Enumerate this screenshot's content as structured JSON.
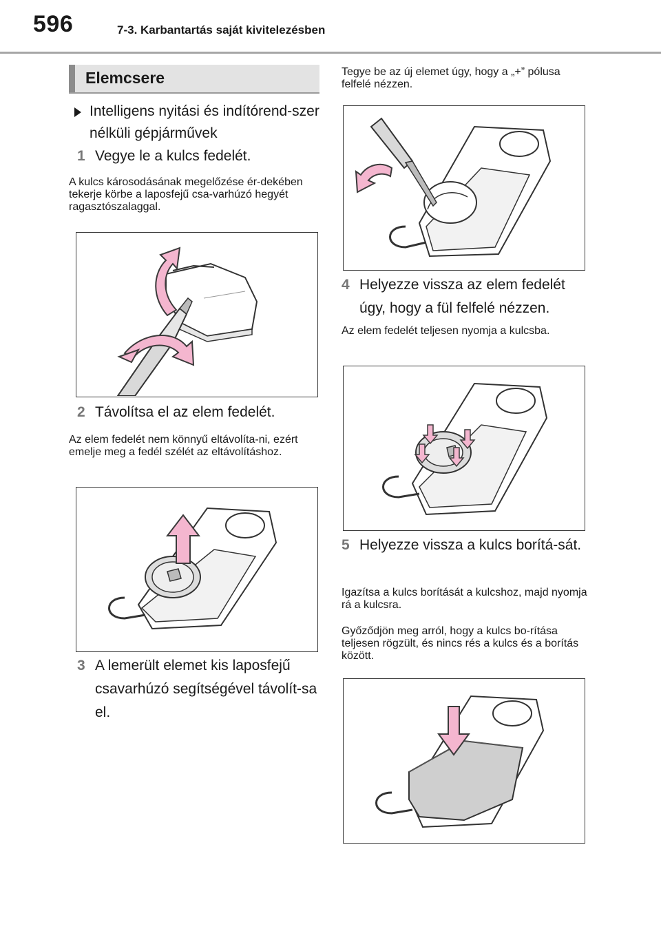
{
  "header": {
    "page_number": "596",
    "title": "7-3. Karbantartás saját kivitelezésben"
  },
  "section": {
    "title": "Elemcsere"
  },
  "left": {
    "bullet": "Intelligens nyitási és indítórend-szer nélküli gépjárművek",
    "step1": {
      "num": "1",
      "text": "Vegye le a kulcs fedelét."
    },
    "note1": "A kulcs károsodásának megelőzése ér-dekében tekerje körbe a laposfejű csa-varhúzó hegyét ragasztószalaggal.",
    "step2": {
      "num": "2",
      "text": "Távolítsa el az elem fedelét."
    },
    "note2": "Az elem fedelét nem könnyű eltávolíta-ni, ezért emelje meg a fedél szélét az eltávolításhoz.",
    "step3": {
      "num": "3",
      "text": "A lemerült elemet kis laposfejű csavarhúzó segítségével távolít-sa el."
    }
  },
  "right": {
    "intro": "Tegye be az új elemet úgy, hogy a „+” pólusa felfelé nézzen.",
    "step4": {
      "num": "4",
      "text": "Helyezze vissza az elem fedelét úgy, hogy a fül felfelé nézzen."
    },
    "note4": "Az elem fedelét teljesen nyomja a kulcsba.",
    "step5": {
      "num": "5",
      "text": "Helyezze vissza a kulcs borítá-sát."
    },
    "note5a": "Igazítsa a kulcs borítását a kulcshoz, majd nyomja rá a kulcsra.",
    "note5b": "Győződjön meg arról, hogy a kulcs bo-rítása teljesen rögzült, és nincs rés a kulcs és a borítás között."
  },
  "colors": {
    "arrow_fill": "#f4b6cf",
    "arrow_stroke": "#3a3a3a",
    "cover_fill": "#cfcfcf",
    "section_bar": "#8c8c8c"
  },
  "figures": [
    {
      "id": "fig1",
      "icon": "screwdriver-twist-illustration"
    },
    {
      "id": "fig2",
      "icon": "lift-cover-illustration"
    },
    {
      "id": "fig3",
      "icon": "remove-battery-illustration"
    },
    {
      "id": "fig4",
      "icon": "insert-battery-illustration"
    },
    {
      "id": "fig5",
      "icon": "attach-cover-illustration"
    }
  ]
}
